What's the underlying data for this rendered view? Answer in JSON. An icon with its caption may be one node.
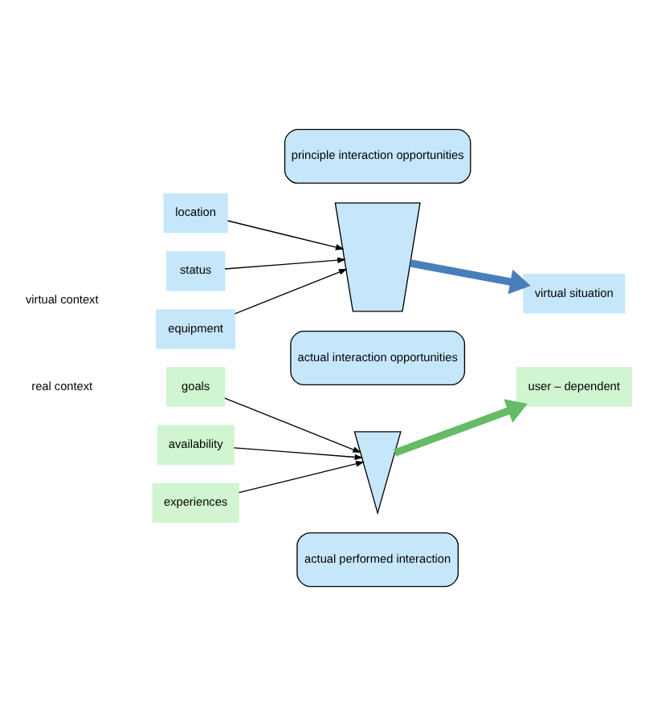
{
  "diagram": {
    "nodes": [
      {
        "text": [
          "principle interaction opportunities"
        ]
      },
      {
        "text": [
          "location"
        ]
      },
      {
        "text": [
          "status"
        ]
      },
      {
        "text": [
          "equipment"
        ]
      },
      {
        "text": [],
        "shape": "funnel"
      },
      {
        "text": [
          "virtual situation"
        ]
      },
      {
        "text": [
          "actual interaction opportunities"
        ]
      },
      {
        "text": [
          "goals"
        ]
      },
      {
        "text": [
          "availability"
        ]
      },
      {
        "text": [
          "experiences"
        ]
      },
      {
        "text": [],
        "shape": "triangle"
      },
      {
        "text": [
          "user – dependent"
        ]
      },
      {
        "text": [
          "actual performed interaction"
        ]
      }
    ],
    "edges": [
      {
        "from": 1,
        "to": 4,
        "arrow": "to"
      },
      {
        "from": 2,
        "to": 4,
        "arrow": "to"
      },
      {
        "from": 3,
        "to": 4,
        "arrow": "to"
      },
      {
        "from": 4,
        "to": 5,
        "arrow": "to",
        "style": "thick",
        "color": "#4a7ebb"
      },
      {
        "from": 7,
        "to": 10,
        "arrow": "to"
      },
      {
        "from": 8,
        "to": 10,
        "arrow": "to"
      },
      {
        "from": 9,
        "to": 10,
        "arrow": "to"
      },
      {
        "from": 10,
        "to": 11,
        "arrow": "to",
        "style": "thick",
        "color": "#66bb66"
      }
    ],
    "labels": [
      "virtual context",
      "real context"
    ]
  }
}
